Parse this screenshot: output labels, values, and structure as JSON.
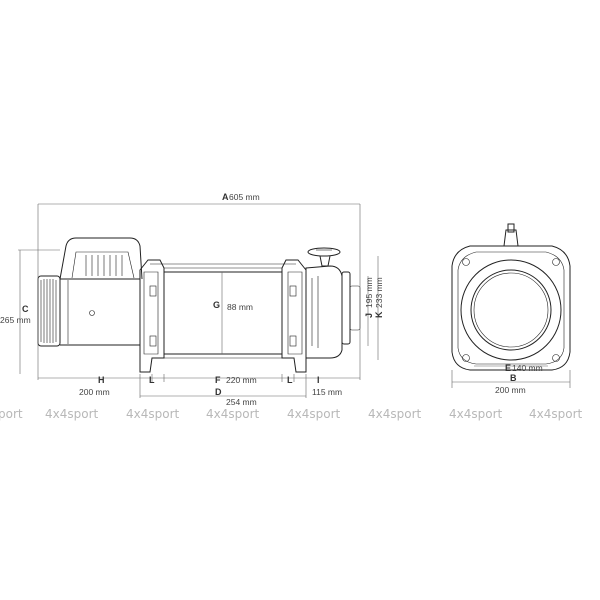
{
  "dimensions": {
    "A": {
      "letter": "A",
      "value": "605 mm"
    },
    "B": {
      "letter": "B",
      "value": "200 mm"
    },
    "C": {
      "letter": "C",
      "value": "265 mm"
    },
    "D": {
      "letter": "D",
      "value": "254 mm"
    },
    "E": {
      "letter": "E",
      "value": "140 mm"
    },
    "F": {
      "letter": "F",
      "value": "220 mm"
    },
    "G": {
      "letter": "G",
      "value": "88 mm"
    },
    "H": {
      "letter": "H",
      "value": "200 mm"
    },
    "I": {
      "letter": "I",
      "value": "115 mm"
    },
    "J": {
      "letter": "J",
      "value": "195 mm"
    },
    "K": {
      "letter": "K",
      "value": "233 mm"
    },
    "L": {
      "letter": "L"
    }
  },
  "watermark": {
    "text": "4x4sport",
    "partial": "port"
  }
}
